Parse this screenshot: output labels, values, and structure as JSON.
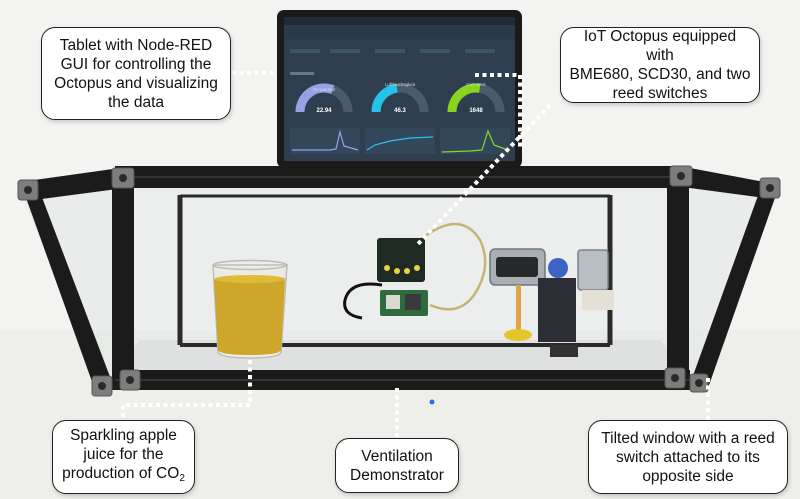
{
  "callouts": {
    "tablet": "Tablet with Node-RED\nGUI for controlling the\nOctopus and visualizing\nthe data",
    "octopus": "IoT Octopus equipped with\nBME680, SCD30, and two\nreed switches",
    "juice_line1": "Sparkling apple\njuice for the",
    "juice_line2_prefix": "production of CO",
    "juice_line2_sub": "2",
    "demonstrator": "Ventilation\nDemonstrator",
    "window": "Tilted window with a reed\nswitch attached to its\nopposite side"
  },
  "dashboard": {
    "gauge1_label": "Temperatur",
    "gauge1_value": "22.94",
    "gauge1_fraction": 0.62,
    "gauge2_label": "Luftfeuchtigkeit",
    "gauge2_value": "46.3",
    "gauge2_fraction": 0.46,
    "gauge3_label": "Co2-Wert",
    "gauge3_value": "1648",
    "gauge3_fraction": 0.55
  },
  "colors": {
    "background": "#f3f3f1",
    "frame": "#1b1b1b",
    "connector": "#7d7d7d",
    "screen": "#2e3e4f",
    "gauge_temp": "#9aa0e6",
    "gauge_hum": "#26c3e8",
    "gauge_co2": "#8bd41e",
    "juice": "#caa01a",
    "pcb": "#1f2a22",
    "dots": "#ffffff"
  }
}
